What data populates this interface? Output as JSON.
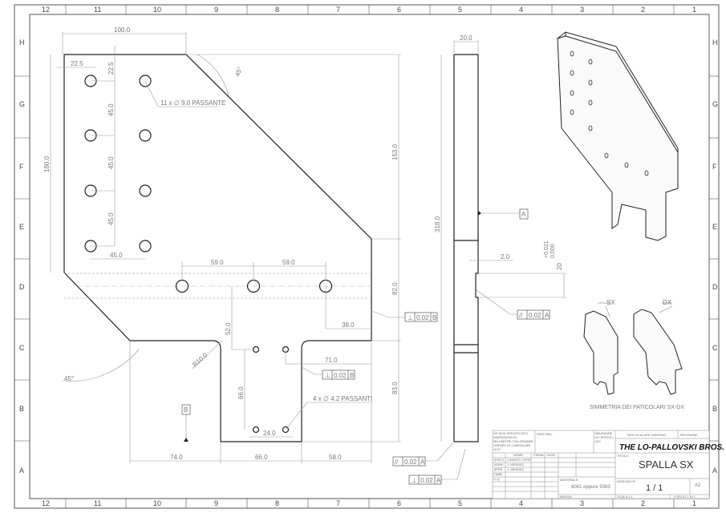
{
  "ruler": {
    "cols": [
      "12",
      "11",
      "10",
      "9",
      "8",
      "7",
      "6",
      "5",
      "4",
      "3",
      "2",
      "1"
    ],
    "rows": [
      "H",
      "G",
      "F",
      "E",
      "D",
      "C",
      "B",
      "A"
    ]
  },
  "dims": {
    "d100": "100.0",
    "d22_5h": "22.5",
    "d22_5v": "22.5",
    "d45a": "45.0",
    "d45b": "45.0",
    "d45c": "45.0",
    "d45h": "45.0",
    "d180": "180.0",
    "d153": "153.0",
    "d82": "82.0",
    "d83": "83.0",
    "d59a": "59.0",
    "d59b": "59.0",
    "d38": "38.0",
    "d52": "52.0",
    "d71": "71.0",
    "d66v": "66.0",
    "d24": "24.0",
    "d74": "74.0",
    "d66h": "66.0",
    "d58": "58.0",
    "r10": "R10.0",
    "ang1": "45°",
    "ang2": "45°",
    "d20w": "20.0",
    "d318": "318.0",
    "d2": "2.0",
    "tol_nom": "20",
    "tol_up": "+0.021",
    "tol_lo": "0.000"
  },
  "notes": {
    "holes11": "11 x ∅ 9.0 PASSANTE",
    "holes4": "4 x ∅ 4.2 PASSANTI",
    "symmetry": "SIMMETRIA DEI PATICOLARI SX-DX",
    "sx": "SX",
    "dx": "DX"
  },
  "gdt": {
    "perp1": {
      "sym": "⊥",
      "tol": "0.02",
      "ref": "B"
    },
    "perp2": {
      "sym": "⊥",
      "tol": "0.02",
      "ref": "B"
    },
    "par1": {
      "sym": "//",
      "tol": "0.02",
      "ref": "A"
    },
    "par2": {
      "sym": "//",
      "tol": "0.02",
      "ref": "A"
    },
    "perp3": {
      "sym": "⊥",
      "tol": "0.02",
      "ref": "A"
    },
    "datumA": "A",
    "datumB": "B"
  },
  "titleblock": {
    "general": "SE NON SPECIFICATO: DIMENSIONI IN MILLIMETRI TOLLERANZE: LINEARI ±0.1 ANGOLARI ±0.5°",
    "finitura": "FINITURA:",
    "edges": "SMUSSARE GLI SPIGOLI VIVI",
    "no_scale": "NON SCALARE DISEGNO",
    "revisione": "REVISIONE",
    "company": "THE LO-PALLOVSKI BROS.",
    "titolo_label": "TITOLO:",
    "title": "SPALLA SX",
    "headers": [
      "NOME",
      "FIRMA",
      "DATA"
    ],
    "rows": [
      {
        "k": "DISEG.",
        "v": "CANATO LORIS"
      },
      {
        "k": "VERIF.",
        "v": "J. MENDEZ"
      },
      {
        "k": "APPR.",
        "v": "J. MENDEZ"
      },
      {
        "k": "FABB.",
        "v": ""
      },
      {
        "k": "C.Q.",
        "v": ""
      }
    ],
    "materiale_label": "MATERIALE:",
    "material": "6061 oppure 5083",
    "massa_label": "MASSA:",
    "drawing_no_label": "DISEGNO N°",
    "drawing_no": "1 / 1",
    "size": "A2",
    "scala": "SCALA:1:1",
    "foglio": "FOGLIO 1 DI 1"
  }
}
